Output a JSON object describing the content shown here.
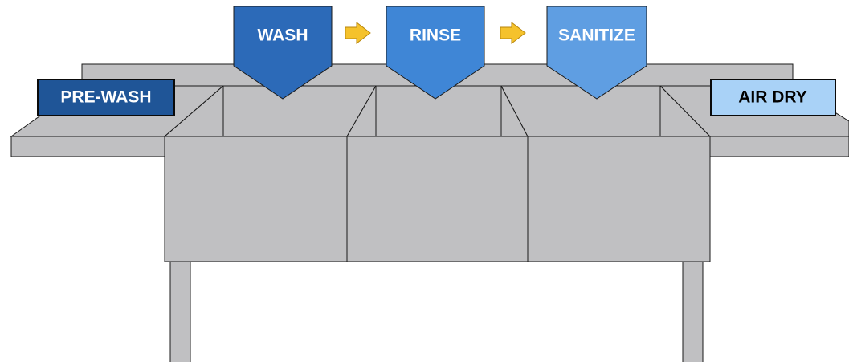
{
  "steps": [
    {
      "label": "WASH",
      "fill": "#2c6ab8"
    },
    {
      "label": "RINSE",
      "fill": "#3f86d6"
    },
    {
      "label": "SANITIZE",
      "fill": "#5f9ee2"
    }
  ],
  "pre_wash": {
    "label": "PRE-WASH",
    "fill": "#1f5597",
    "text_color": "#ffffff"
  },
  "air_dry": {
    "label": "AIR DRY",
    "fill": "#a9d2f7",
    "text_color": "#000000"
  },
  "colors": {
    "sink_fill": "#c0c0c2",
    "sink_stroke": "#1a1a1a",
    "arrow_fill": "#f5c22c",
    "arrow_stroke": "#b8860b",
    "step_text": "#ffffff",
    "label_border": "#0a0a0a"
  }
}
